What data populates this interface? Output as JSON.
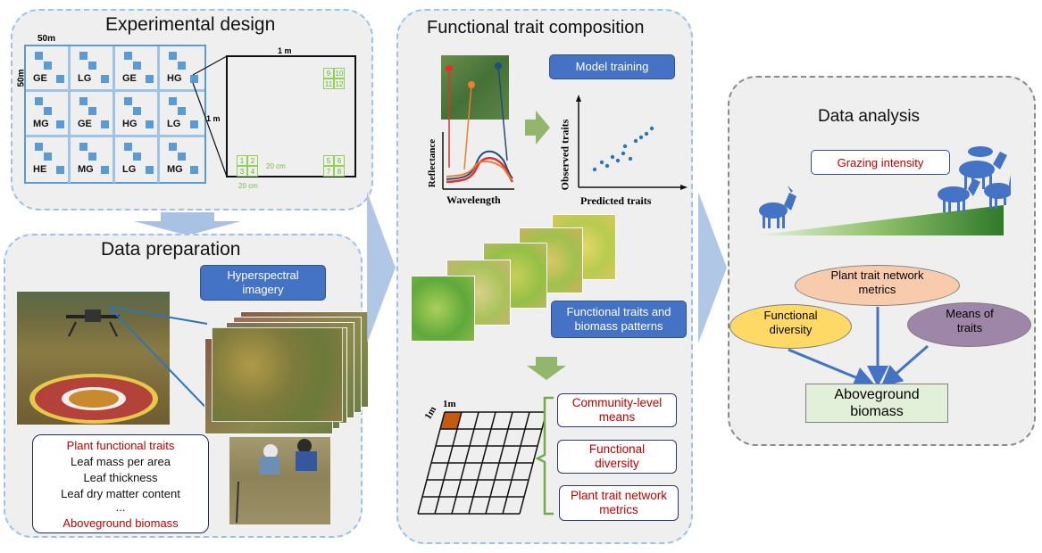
{
  "panels": {
    "experimental_design": {
      "title": "Experimental design",
      "plot_size_x": "50m",
      "plot_size_y": "50m",
      "grid_labels": [
        "GE",
        "LG",
        "GE",
        "HG",
        "MG",
        "GE",
        "HG",
        "LG",
        "HE",
        "MG",
        "LG",
        "MG"
      ],
      "quadrat_size_top": "1 m",
      "quadrat_size_left": "1 m",
      "subplot_numbers": [
        "1",
        "2",
        "3",
        "4",
        "5",
        "6",
        "7",
        "8",
        "9",
        "10",
        "11",
        "12"
      ],
      "subplot_size_a": "20 cm",
      "subplot_size_b": "20 cm"
    },
    "data_preparation": {
      "title": "Data preparation",
      "hyperspectral_label": "Hyperspectral imagery",
      "traits_box": {
        "heading": "Plant functional traits",
        "items": [
          "Leaf mass per area",
          "Leaf thickness",
          "Leaf dry matter content",
          "..."
        ],
        "footer": "Aboveground biomass"
      }
    },
    "functional_trait_composition": {
      "title": "Functional trait composition",
      "model_training_label": "Model training",
      "spectra_xlabel": "Wavelength",
      "spectra_ylabel": "Reflectance",
      "scatter_xlabel": "Predicted traits",
      "scatter_ylabel": "Observed traits",
      "patterns_label": "Functional traits and biomass patterns",
      "grid_cell_top": "1m",
      "grid_cell_left": "1m",
      "metrics": [
        "Community-level means",
        "Functional diversity",
        "Plant trait network metrics"
      ]
    },
    "data_analysis": {
      "title": "Data analysis",
      "grazing_label": "Grazing intensity",
      "network_metrics_label": "Plant trait network metrics",
      "functional_diversity_label": "Functional diversity",
      "means_of_traits_label": "Means of traits",
      "biomass_label": "Aboveground biomass"
    }
  },
  "colors": {
    "panel_bg": "#efefef",
    "panel_border": "#9fc1e6",
    "accent_blue": "#4472c4",
    "label_red": "#c00000",
    "grid_green": "#92d050",
    "arrow_blue": "#a9c1e3",
    "arrow_green": "#92b66b"
  }
}
